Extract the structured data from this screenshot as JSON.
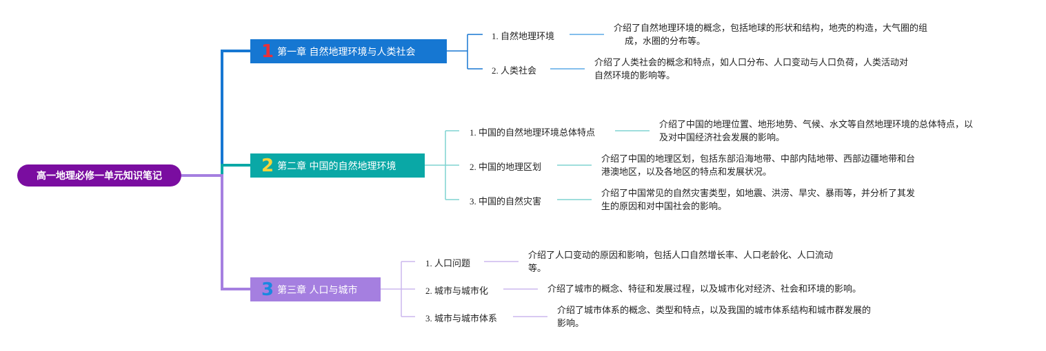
{
  "root": {
    "label": "高一地理必修一单元知识笔记"
  },
  "colors": {
    "root": "#7a0da0",
    "chapter1": "#1677d2",
    "chapter2": "#0aa8a6",
    "chapter3": "#a57fe0",
    "num1": "#e8303a",
    "num2": "#f6d43a",
    "num3": "#1a88e0"
  },
  "chapters": [
    {
      "num": "1",
      "title": "第一章 自然地理环境与人类社会",
      "topics": [
        {
          "num": "1.",
          "title": "自然地理环境",
          "desc_lines": [
            "介绍了自然地理环境的概念，包括地球的形状和结构，地壳的构造，大气圈的组",
            "成，水圈的分布等。"
          ]
        },
        {
          "num": "2.",
          "title": "人类社会",
          "desc_lines": [
            "介绍了人类社会的概念和特点，如人口分布、人口变动与人口负荷，人类活动对",
            "自然环境的影响等。"
          ]
        }
      ]
    },
    {
      "num": "2",
      "title": "第二章 中国的自然地理环境",
      "topics": [
        {
          "num": "1.",
          "title": "中国的自然地理环境总体特点",
          "desc_lines": [
            "介绍了中国的地理位置、地形地势、气候、水文等自然地理环境的总体特点，以",
            "及对中国经济社会发展的影响。"
          ]
        },
        {
          "num": "2.",
          "title": "中国的地理区划",
          "desc_lines": [
            "介绍了中国的地理区划，包括东部沿海地带、中部内陆地带、西部边疆地带和台",
            "港澳地区，以及各地区的特点和发展状况。"
          ]
        },
        {
          "num": "3.",
          "title": "中国的自然灾害",
          "desc_lines": [
            "介绍了中国常见的自然灾害类型，如地震、洪涝、旱灾、暴雨等，并分析了其发",
            "生的原因和对中国社会的影响。"
          ]
        }
      ]
    },
    {
      "num": "3",
      "title": "第三章 人口与城市",
      "topics": [
        {
          "num": "1.",
          "title": "人口问题",
          "desc_lines": [
            "介绍了人口变动的原因和影响，包括人口自然增长率、人口老龄化、人口流动",
            "等。"
          ]
        },
        {
          "num": "2.",
          "title": "城市与城市化",
          "desc_lines": [
            "介绍了城市的概念、特征和发展过程，以及城市化对经济、社会和环境的影响。"
          ]
        },
        {
          "num": "3.",
          "title": "城市与城市体系",
          "desc_lines": [
            "介绍了城市体系的概念、类型和特点，以及我国的城市体系结构和城市群发展的",
            "影响。"
          ]
        }
      ]
    }
  ]
}
